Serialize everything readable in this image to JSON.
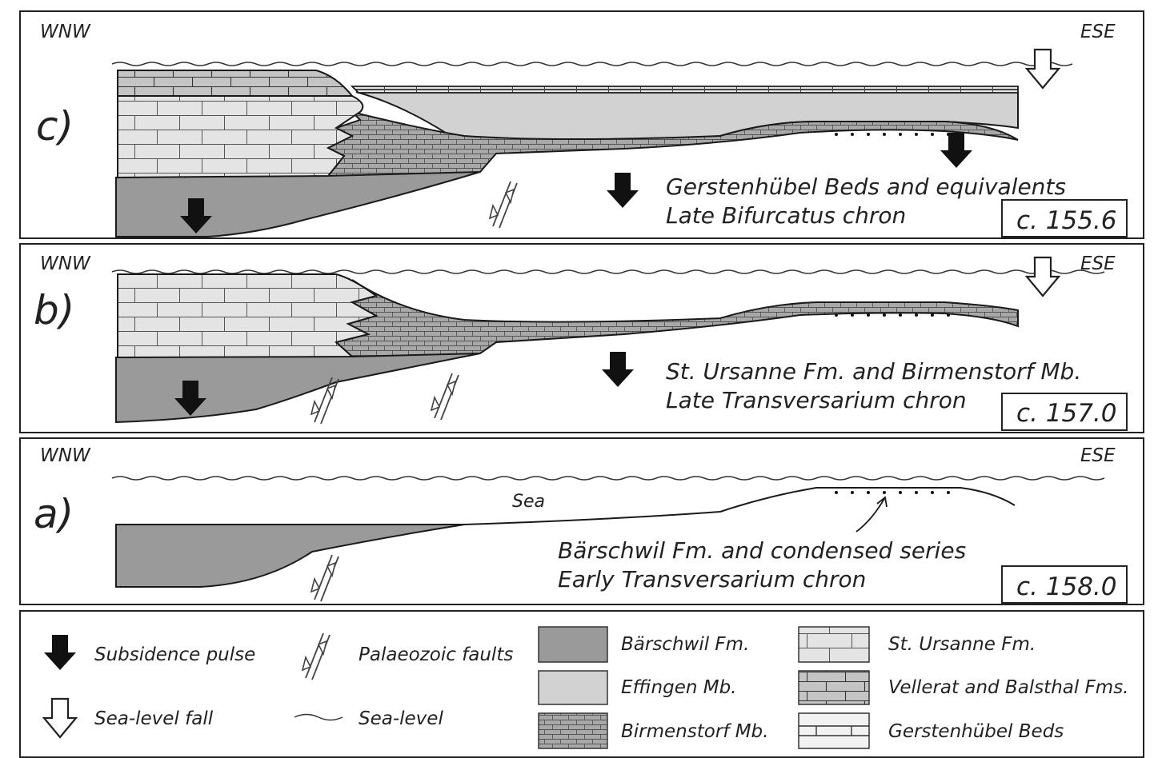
{
  "panels": {
    "c": {
      "letter": "c)",
      "left_dir": "WNW",
      "right_dir": "ESE",
      "caption_line1": "Gerstenhübel Beds and equivalents",
      "caption_line2": "Late Bifurcatus chron",
      "age": "c. 155.6"
    },
    "b": {
      "letter": "b)",
      "left_dir": "WNW",
      "right_dir": "ESE",
      "caption_line1": "St. Ursanne Fm. and Birmenstorf Mb.",
      "caption_line2": "Late Transversarium chron",
      "age": "c. 157.0"
    },
    "a": {
      "letter": "a)",
      "left_dir": "WNW",
      "right_dir": "ESE",
      "sea_label": "Sea",
      "caption_line1": "Bärschwil Fm. and condensed series",
      "caption_line2": "Early Transversarium chron",
      "age": "c. 158.0"
    }
  },
  "legend": {
    "subsidence": "Subsidence pulse",
    "sealevel_fall": "Sea-level fall",
    "faults": "Palaeozoic faults",
    "sealevel": "Sea-level",
    "barschwil": "Bärschwil Fm.",
    "effingen": "Effingen Mb.",
    "birmenstorf": "Birmenstorf Mb.",
    "st_ursanne": "St. Ursanne Fm.",
    "vellerat": "Vellerat and Balsthal Fms.",
    "gerstenhubel": "Gerstenhübel Beds"
  },
  "colors": {
    "barschwil": "#9a9a9a",
    "effingen": "#d2d2d2",
    "birmenstorf": "#a8a8a8",
    "st_ursanne": "#e4e4e4",
    "line": "#1a1a1a"
  }
}
